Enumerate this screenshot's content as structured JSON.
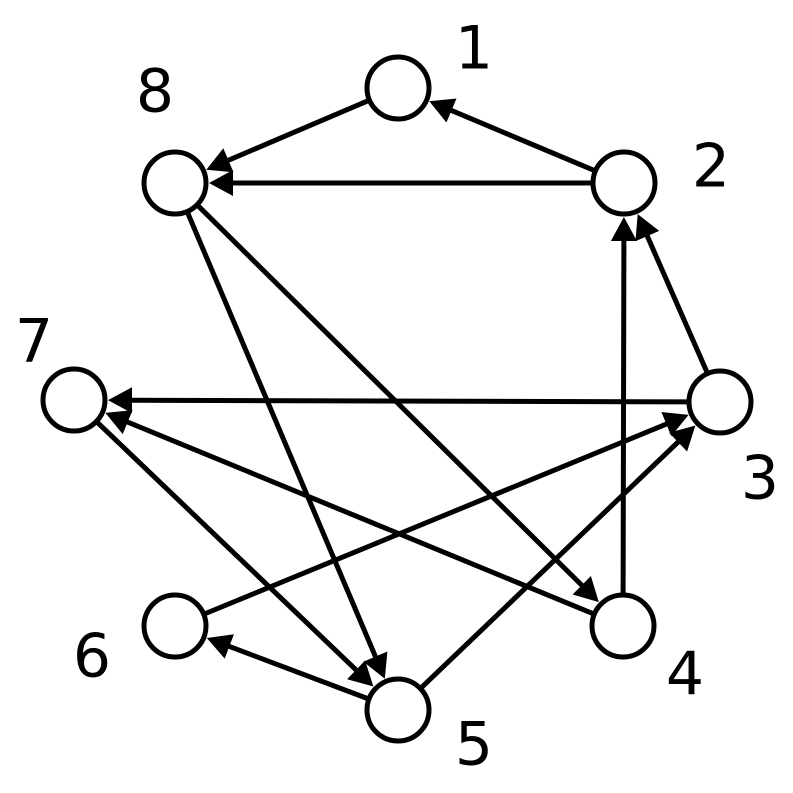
{
  "diagram": {
    "type": "directed-graph",
    "nodes": [
      {
        "id": "1",
        "label": "1"
      },
      {
        "id": "2",
        "label": "2"
      },
      {
        "id": "3",
        "label": "3"
      },
      {
        "id": "4",
        "label": "4"
      },
      {
        "id": "5",
        "label": "5"
      },
      {
        "id": "6",
        "label": "6"
      },
      {
        "id": "7",
        "label": "7"
      },
      {
        "id": "8",
        "label": "8"
      }
    ],
    "edges": [
      {
        "from": "1",
        "to": "8"
      },
      {
        "from": "2",
        "to": "1"
      },
      {
        "from": "2",
        "to": "8"
      },
      {
        "from": "3",
        "to": "2"
      },
      {
        "from": "3",
        "to": "7"
      },
      {
        "from": "4",
        "to": "2"
      },
      {
        "from": "4",
        "to": "7"
      },
      {
        "from": "5",
        "to": "3"
      },
      {
        "from": "5",
        "to": "6"
      },
      {
        "from": "6",
        "to": "3"
      },
      {
        "from": "7",
        "to": "5"
      },
      {
        "from": "8",
        "to": "4"
      },
      {
        "from": "8",
        "to": "5"
      }
    ],
    "colors": {
      "stroke": "#000000",
      "fill": "#ffffff"
    }
  }
}
